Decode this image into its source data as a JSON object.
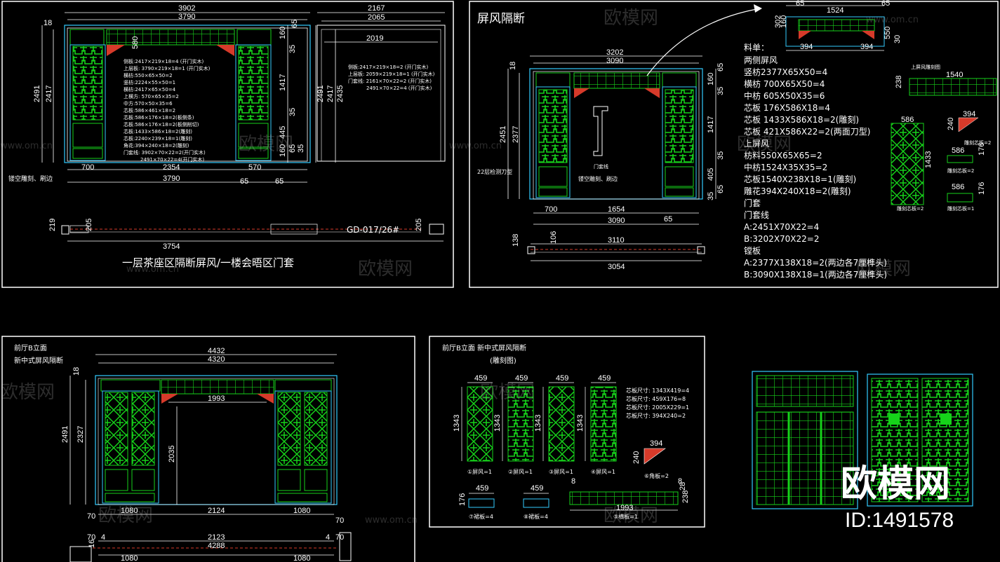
{
  "colors": {
    "background": "#000000",
    "frame": "#ffffff",
    "panel": "#00cc33",
    "cyan": "#33ccff",
    "accent": "#d63a2a",
    "dimension": "#ffffff"
  },
  "panel1": {
    "title": "一层茶座区隔断屏风/一楼会晤区门套",
    "dims": {
      "top1": "3902",
      "top2": "3790",
      "left_outer": "2491",
      "left_inner": "2417",
      "right_a": "160",
      "right_b": "65",
      "right_c": "35",
      "right_d": "1417",
      "right_e": "35",
      "right_f": "445",
      "right_g": "160",
      "right_h": "65",
      "right_i": "35",
      "bot1": "700",
      "bot2": "2354",
      "bot3": "570",
      "bot4": "3790",
      "bot5": "65",
      "bot6": "65",
      "inner_580": "580",
      "top_small": "18"
    },
    "side_dims": {
      "w1": "2167",
      "w2": "2065",
      "w3": "2019",
      "h1": "2491",
      "h2": "2417",
      "h3": "2435"
    },
    "spec_lines": [
      "侧板:2417×219×18=4 (开门实木)",
      "上层板: 3790×219×18=1 (开门实木)",
      "横枋:550×65×50=2",
      "竖枋:2224×55×50=1",
      "横枋:2417×65×50=4",
      "上横方: 570×65×35=2",
      "中方:570×50×35=6",
      "芯板:586×461×18=2",
      "芯板:586×176×18=2(板侧条)",
      "芯板:586×176×18=2(板侧削切)",
      "芯板:1433×586×18=2(雕刻)",
      "芯板:2240×239×18=1(雕刻)",
      "角花:394×240×18=2(雕刻)",
      "门套线:  3902×70×22=2(开门实木)",
      "2491×70×22=4(开门实木)"
    ],
    "side_spec_lines": [
      "侧板:2417×219×18=2 (开门实木)",
      "上层板: 2059×219×18=1 (开门实木)",
      "门套线: 2161×70×22=2 (开门实木)",
      "2491×70×22=4 (开门实木)"
    ],
    "note": "镂空雕刻、刷边",
    "plan_dims": {
      "left": "219",
      "a": "205",
      "b": "205",
      "total": "3754"
    },
    "code": "GD-017/26#"
  },
  "panel2": {
    "title": "屏风隔断",
    "dims": {
      "top1": "3202",
      "top2": "3090",
      "h1": "2451",
      "h2": "2377",
      "r1": "65",
      "r2": "160",
      "r3": "35",
      "r4": "1417",
      "r5": "35",
      "r6": "405",
      "r7": "65",
      "r8": "35",
      "b1": "700",
      "b2": "1654",
      "b3": "3090",
      "b4": "65",
      "plan1": "3110",
      "plan2": "3054",
      "plan_l": "138",
      "plan_s": "106",
      "left_small": "18"
    },
    "notes": [
      "22层检测刀型",
      "镂空雕刻、刷边",
      "门套线"
    ],
    "materials": [
      "料单：",
      "两侧屏风",
      "竖枋2377X65X50=4",
      "横枋 700X65X50=4",
      "中枋 605X50X35=6",
      "芯板 176X586X18=4",
      "芯板 1433X586X18=2(雕刻)",
      "芯板 421X586X22=2(两面刀型)",
      "上屏风",
      "枋料550X65X65=2",
      "中枋1524X35X35=2",
      "芯板1540X238X18=1(雕刻)",
      "雕花394X240X18=2(雕刻)",
      "门套",
      "门套线",
      "A:2451X70X22=4",
      "B:3202X70X22=2",
      "镗板",
      "A:2377X138X18=2(两边各7厘榫头)",
      "B:3090X138X18=1(两边各7厘榫头)"
    ],
    "detail_dims": {
      "d1": "65",
      "d2": "1524",
      "d3": "65",
      "d4": "394",
      "d5": "394",
      "d6": "550",
      "d7": "30",
      "d8": "302",
      "d9": "160",
      "d10": "238",
      "d11": "1540",
      "d12": "586",
      "d13": "1433",
      "d14": "394",
      "d15": "240",
      "d16": "586",
      "d17": "176",
      "d18": "586",
      "d19": "176"
    },
    "detail_labels": [
      "上屏风雕刻图",
      "雕刻芯板=2",
      "雕刻芯板=2",
      "雕刻芯板=2",
      "雕刻芯板=1"
    ]
  },
  "panel3": {
    "title1": "前厅B立面",
    "title2": "新中式屏风隔断",
    "dims": {
      "top1": "4432",
      "top2": "4320",
      "mid": "1993",
      "h1": "2491",
      "h2": "2327",
      "h3": "2035",
      "b1": "1080",
      "b2": "2124",
      "b3": "1080",
      "b4": "70",
      "b5": "70",
      "p1": "70",
      "p2": "4",
      "p3": "2123",
      "p4": "4288",
      "p5": "4",
      "p6": "70",
      "p7": "16",
      "p8": "1080",
      "p9": "1080",
      "s": "18"
    }
  },
  "panel4": {
    "title1": "前厅B立面   新中式屏风隔断",
    "title2": "(雕刻图)",
    "widths": [
      "459",
      "459",
      "459",
      "459"
    ],
    "heights": [
      "1343",
      "1343",
      "1343",
      "1343"
    ],
    "labels": [
      "①屏风=1",
      "②屏风=1",
      "③屏风=1",
      "④屏风=1"
    ],
    "specs": [
      "芯板尺寸: 1343X419=4",
      "芯板尺寸:  459X176=8",
      "芯板尺寸: 2005X229=1",
      "芯板尺寸:  394X240=2"
    ],
    "corner": {
      "w": "394",
      "h": "240",
      "label": "⑥角板=2"
    },
    "bottom": [
      {
        "w": "459",
        "h": "176",
        "label": "⑦裙板=4"
      },
      {
        "w": "459",
        "label": "⑧裙板=4"
      },
      {
        "w": "1993",
        "label": "⑤横板=1",
        "l": "8",
        "r": "8",
        "h": "238",
        "hs": "28"
      }
    ]
  },
  "watermark": {
    "brand": "欧模网",
    "url": "www.om.cn",
    "id": "ID:1491578"
  }
}
